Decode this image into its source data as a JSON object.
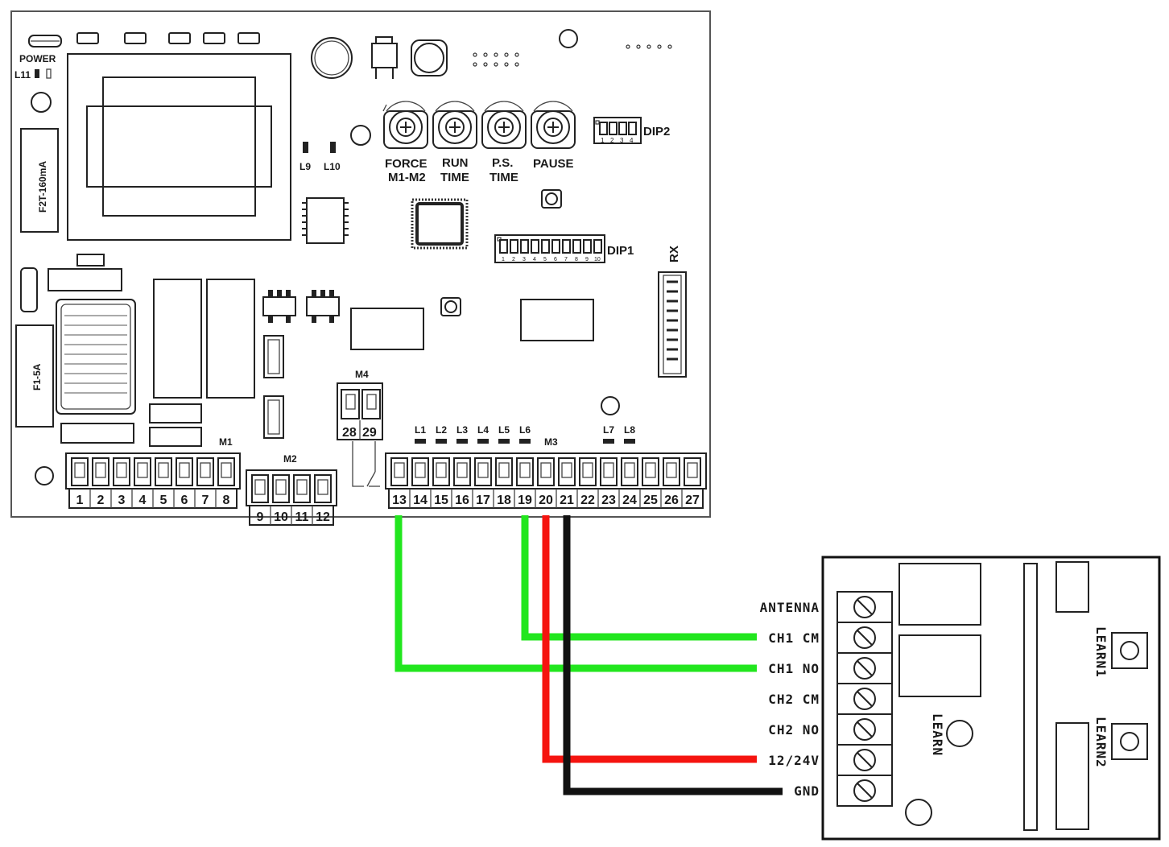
{
  "board": {
    "power_label": "POWER",
    "l11_label": "L11",
    "fuse1_label": "F2T-160mA",
    "fuse2_label": "F1-5A",
    "l9_label": "L9",
    "l10_label": "L10",
    "trimmers": [
      {
        "line1": "FORCE",
        "line2": "M1-M2"
      },
      {
        "line1": "RUN",
        "line2": "TIME"
      },
      {
        "line1": "P.S.",
        "line2": "TIME"
      },
      {
        "line1": "PAUSE",
        "line2": ""
      }
    ],
    "dip2_label": "DIP2",
    "dip2_numbers": [
      "1",
      "2",
      "3",
      "4"
    ],
    "dip1_label": "DIP1",
    "dip1_numbers": [
      "1",
      "2",
      "3",
      "4",
      "5",
      "6",
      "7",
      "8",
      "9",
      "10"
    ],
    "rx_label": "RX",
    "m1_label": "M1",
    "m2_label": "M2",
    "m3_label": "M3",
    "m4_label": "M4",
    "led_labels_m3": [
      "L1",
      "L2",
      "L3",
      "L4",
      "L5",
      "L6"
    ],
    "led_labels_right": [
      "L7",
      "L8"
    ],
    "m1_terminals": [
      "1",
      "2",
      "3",
      "4",
      "5",
      "6",
      "7",
      "8"
    ],
    "m2_terminals": [
      "9",
      "10",
      "11",
      "12"
    ],
    "m4_terminals": [
      "28",
      "29"
    ],
    "m3_terminals": [
      "13",
      "14",
      "15",
      "16",
      "17",
      "18",
      "19",
      "20",
      "21",
      "22",
      "23",
      "24",
      "25",
      "26",
      "27"
    ]
  },
  "receiver": {
    "terminals": [
      "ANTENNA",
      "CH1 CM",
      "CH1 NO",
      "CH2 CM",
      "CH2 NO",
      "12/24V",
      "GND"
    ],
    "learn_label": "LEARN",
    "learn1_label": "LEARN1",
    "learn2_label": "LEARN2"
  },
  "wires": [
    {
      "from_terminal": "13",
      "to": "CH1 NO",
      "color": "#22e61e"
    },
    {
      "from_terminal": "19",
      "to": "CH1 CM",
      "color": "#22e61e"
    },
    {
      "from_terminal": "20",
      "to": "12/24V",
      "color": "#f5140f"
    },
    {
      "from_terminal": "21",
      "to": "GND",
      "color": "#111111"
    }
  ]
}
